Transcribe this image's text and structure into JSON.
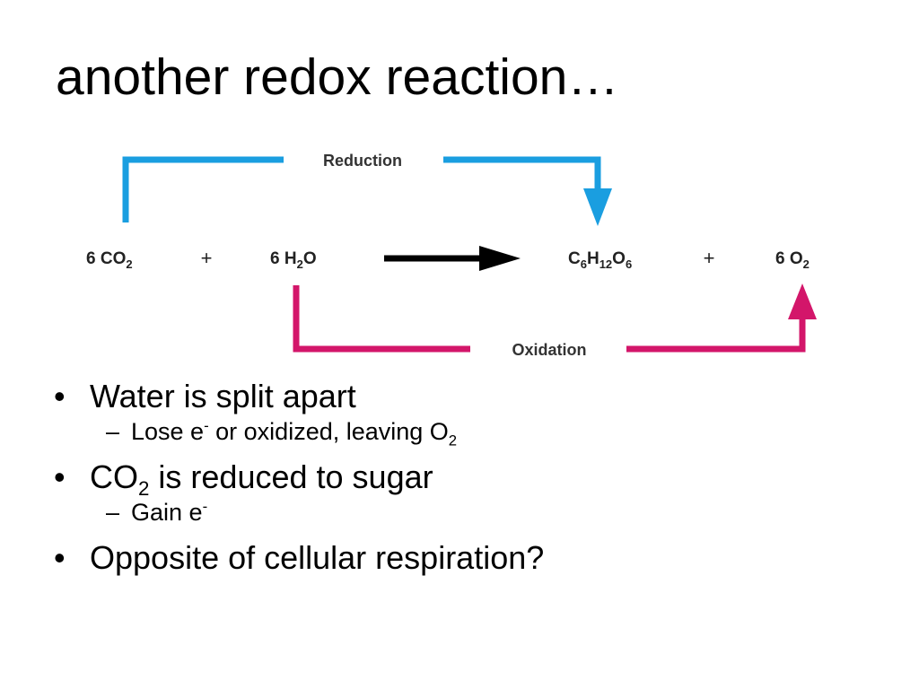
{
  "slide": {
    "title": "another redox reaction…"
  },
  "diagram": {
    "reduction_label": "Reduction",
    "oxidation_label": "Oxidation",
    "plus": "+",
    "reactant1": {
      "coef": "6 CO",
      "sub": "2"
    },
    "reactant2": {
      "coef": "6 H",
      "sub": "2",
      "tail": "O"
    },
    "product1": {
      "c": "C",
      "c_sub": "6",
      "h": "H",
      "h_sub": "12",
      "o": "O",
      "o_sub": "6"
    },
    "product2": {
      "coef": "6 O",
      "sub": "2"
    },
    "colors": {
      "reduction": "#1a9ee0",
      "oxidation": "#d3166a",
      "reaction_arrow": "#000000"
    }
  },
  "bullets": {
    "marker": "•",
    "sub_marker": "–",
    "b1": {
      "text": "Water is split apart"
    },
    "b1_sub": {
      "pre": "Lose e",
      "sup": "-",
      "mid": " or oxidized, leaving O",
      "sub": "2"
    },
    "b2": {
      "pre": "CO",
      "sub": "2",
      "post": " is reduced to sugar"
    },
    "b2_sub": {
      "pre": "Gain e",
      "sup": "-"
    },
    "b3": {
      "text": "Opposite of cellular respiration?"
    }
  }
}
